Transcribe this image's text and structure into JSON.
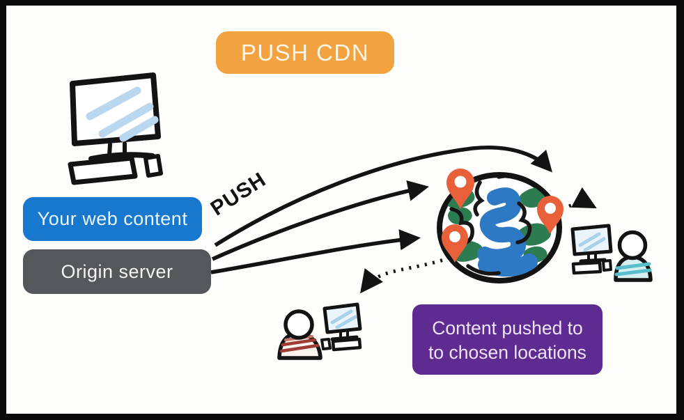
{
  "scene": {
    "title_badge": {
      "label": "PUSH CDN",
      "bg": "#F2A23E"
    },
    "source": {
      "web_content_label": "Your web content",
      "web_content_bg": "#1878CE",
      "origin_server_label": "Origin server",
      "origin_server_bg": "#56575A"
    },
    "push_annotation": "PUSH",
    "result_badge": {
      "line1": "Content pushed to",
      "line2": "to chosen locations",
      "bg": "#5E2C90"
    },
    "colors": {
      "ink": "#131313",
      "pin_orange": "#E8603A",
      "globe_land_green": "#2D7B50",
      "globe_water_blue": "#2E79C3",
      "screen_stripe_blue": "#B9D7EF",
      "shirt_teal": "#58BECB",
      "shirt_red": "#9E3B34"
    },
    "icons": {
      "origin_computer": "origin-computer-icon",
      "globe": "globe-map-icon",
      "location_pins": [
        "location-pin-icon",
        "location-pin-icon",
        "location-pin-icon"
      ],
      "right_edge_user": "edge-user-right-icon",
      "bottom_edge_user": "edge-user-bottom-icon"
    }
  }
}
